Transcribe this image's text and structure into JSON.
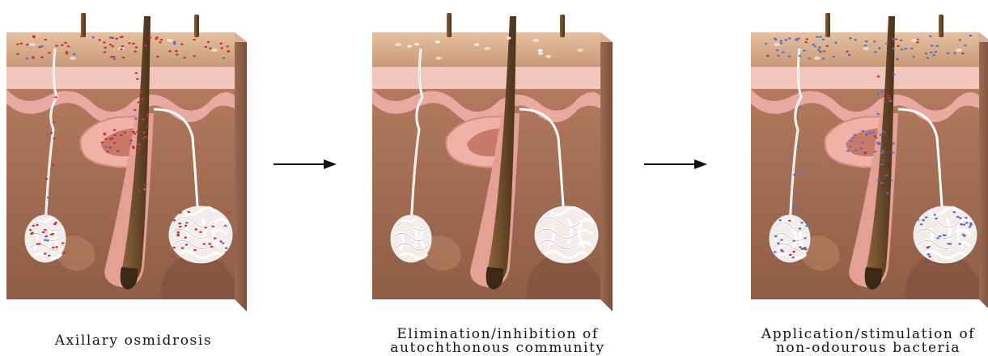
{
  "panels": [
    {
      "caption": [
        "Axillary osmidrosis"
      ],
      "bacteria": "bad"
    },
    {
      "caption": [
        "Elimination/inhibition of",
        "autochthonous community"
      ],
      "bacteria": "none"
    },
    {
      "caption": [
        "Application/stimulation of",
        "non-odourous bacteria"
      ],
      "bacteria": "good"
    }
  ],
  "colors": {
    "odour_bacteria": "#c8323c",
    "non_odour_bacteria": "#5a6fc8",
    "epidermis_top": "#c99a78",
    "dermis": "#a86f55",
    "hair": "#6b4a2a",
    "arrow": "#111111"
  }
}
